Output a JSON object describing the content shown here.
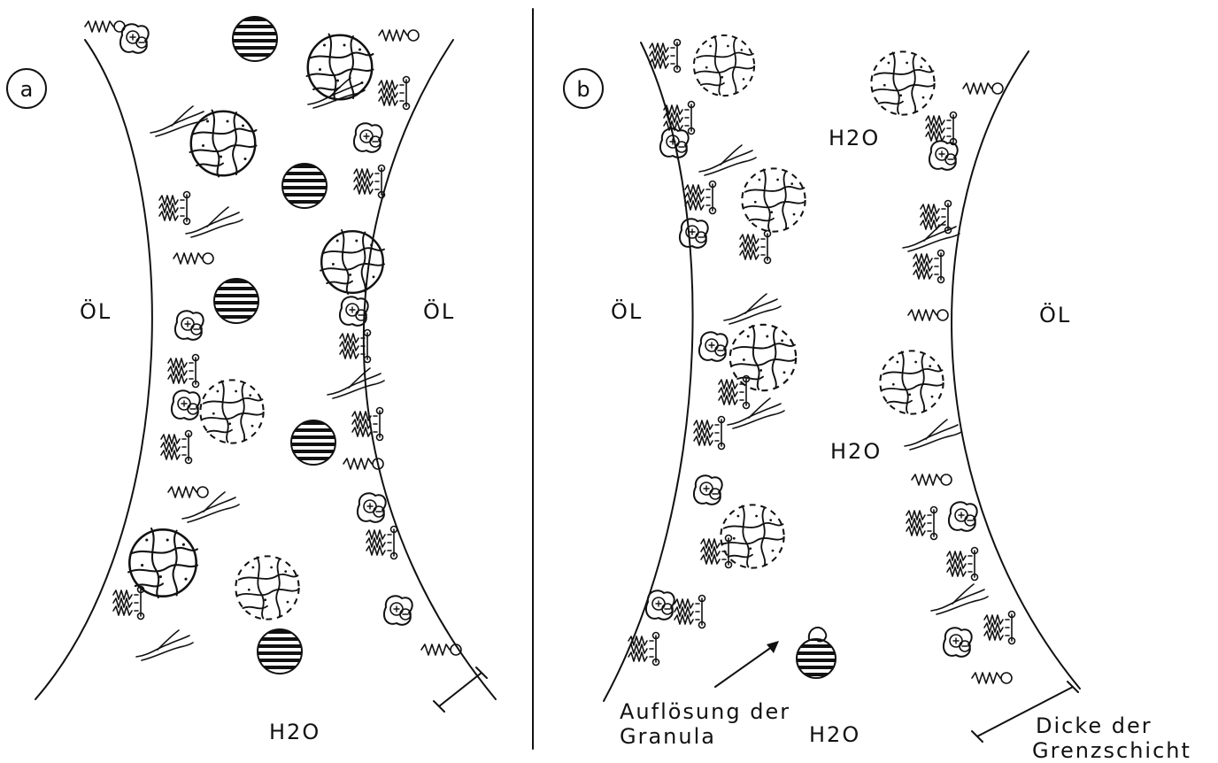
{
  "panels": [
    {
      "label": "a",
      "oil_left": "ÖL",
      "oil_right": "ÖL",
      "water": "H2O"
    },
    {
      "label": "b",
      "oil_left": "ÖL",
      "oil_right": "ÖL",
      "water_top": "H2O",
      "water_mid": "H2O",
      "water_bottom": "H2O",
      "annotation_granula_line1": "Auflösung der",
      "annotation_granula_line2": "Granula",
      "annotation_thickness_line1": "Dicke der",
      "annotation_thickness_line2": "Grenzschicht"
    }
  ]
}
